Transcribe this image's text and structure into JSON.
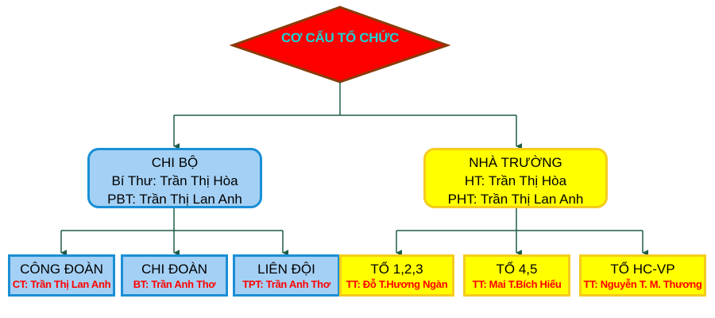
{
  "colors": {
    "connector": "#1e5c45",
    "diamond_fill": "#ff0000",
    "diamond_border": "#8b3a0a",
    "title_text": "#19d3d3",
    "blue_fill": "#a4d0f5",
    "blue_border": "#1a8fd6",
    "yellow_fill": "#ffff00",
    "yellow_border": "#f5cc1e",
    "leader_text": "#ff0000"
  },
  "root": {
    "title": "CƠ CẤU TỔ CHỨC"
  },
  "chi_bo": {
    "title": "CHI BỘ",
    "line1": "Bí Thư: Trần Thị Hòa",
    "line2": "PBT: Trần Thị Lan Anh",
    "children": [
      {
        "title": "CÔNG ĐOÀN",
        "leader": "CT: Trần Thị Lan Anh"
      },
      {
        "title": "CHI ĐOÀN",
        "leader": "BT: Trần Anh Thơ"
      },
      {
        "title": "LIÊN ĐỘI",
        "leader": "TPT: Trần Anh Thơ"
      }
    ]
  },
  "nha_truong": {
    "title": "NHÀ TRƯỜNG",
    "line1": "HT: Trần Thị Hòa",
    "line2": "PHT: Trần Thị Lan Anh",
    "children": [
      {
        "title": "TỔ 1,2,3",
        "leader": "TT: Đỗ T.Hương Ngàn"
      },
      {
        "title": "TỔ 4,5",
        "leader": "TT: Mai T.Bích Hiếu"
      },
      {
        "title": "TỔ HC-VP",
        "leader": "TT: Nguyễn T. M. Thương"
      }
    ]
  }
}
